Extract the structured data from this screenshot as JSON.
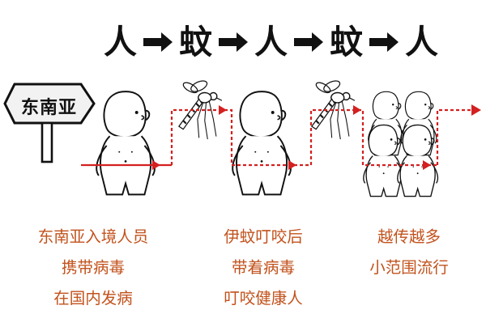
{
  "header": {
    "steps": [
      "人",
      "蚊",
      "人",
      "蚊",
      "人"
    ]
  },
  "sign": {
    "label": "东南亚"
  },
  "captions": {
    "left": [
      "东南亚入境人员",
      "携带病毒",
      "在国内发病"
    ],
    "middle": [
      "伊蚊叮咬后",
      "带着病毒",
      "叮咬健康人"
    ],
    "right": [
      "越传越多",
      "小范围流行"
    ]
  },
  "colors": {
    "caption": "#c2521c",
    "transmission_line": "#d42020",
    "ink": "#111111"
  }
}
